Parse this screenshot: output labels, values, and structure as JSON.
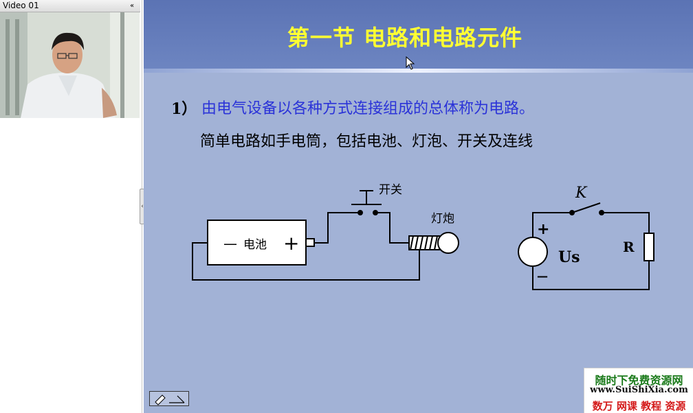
{
  "video_panel": {
    "title": "Video 01",
    "collapse_glyph": "«"
  },
  "splitter": {
    "glyph": "‹"
  },
  "slide": {
    "title": "第一节 电路和电路元件",
    "point_number": "1）",
    "point_text": "由电气设备以各种方式连接组成的总体称为电路。",
    "point_subtext": "简单电路如手电筒，包括电池、灯泡、开关及连线",
    "diagram_left": {
      "battery_label": "电池",
      "minus_sign": "—",
      "plus_sign": "+",
      "switch_label": "开关",
      "bulb_label": "灯炮"
    },
    "diagram_right": {
      "switch_label": "K",
      "plus_sign": "+",
      "minus_sign": "—",
      "source_label": "Us",
      "resistor_label": "R"
    },
    "colors": {
      "title": "#ffff33",
      "point_text": "#2b33d8",
      "background": "#a2b2d6"
    }
  },
  "watermark": {
    "line1": "随时下免费资源网",
    "line2": "www.SuiShiXia.com",
    "line3": "数万 网课 教程 资源"
  },
  "toolbar": {
    "pen_icon": "pen-icon"
  }
}
